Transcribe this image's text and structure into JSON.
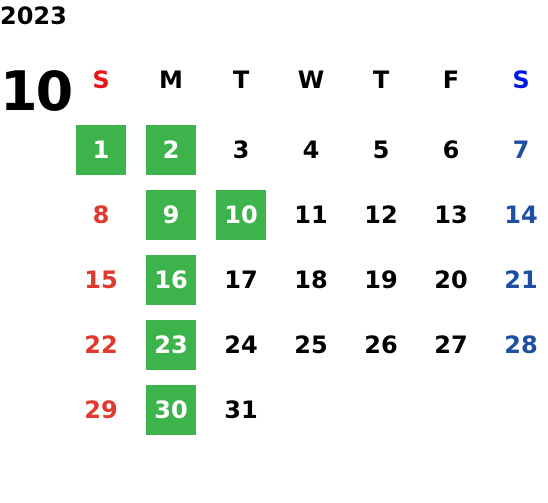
{
  "year": "2023",
  "month": "10",
  "colors": {
    "highlight": "#3cb44b",
    "sunday_header": "#e8131b",
    "saturday_header": "#0018e0",
    "sunday": "#e03a2e",
    "saturday": "#1f4fa3",
    "weekday": "#000000"
  },
  "weekdays": [
    "S",
    "M",
    "T",
    "W",
    "T",
    "F",
    "S"
  ],
  "weeks": [
    [
      "1",
      "2",
      "3",
      "4",
      "5",
      "6",
      "7"
    ],
    [
      "8",
      "9",
      "10",
      "11",
      "12",
      "13",
      "14"
    ],
    [
      "15",
      "16",
      "17",
      "18",
      "19",
      "20",
      "21"
    ],
    [
      "22",
      "23",
      "24",
      "25",
      "26",
      "27",
      "28"
    ],
    [
      "29",
      "30",
      "31",
      "",
      "",
      "",
      ""
    ]
  ],
  "highlighted": [
    "1",
    "2",
    "9",
    "10",
    "16",
    "23",
    "30"
  ]
}
